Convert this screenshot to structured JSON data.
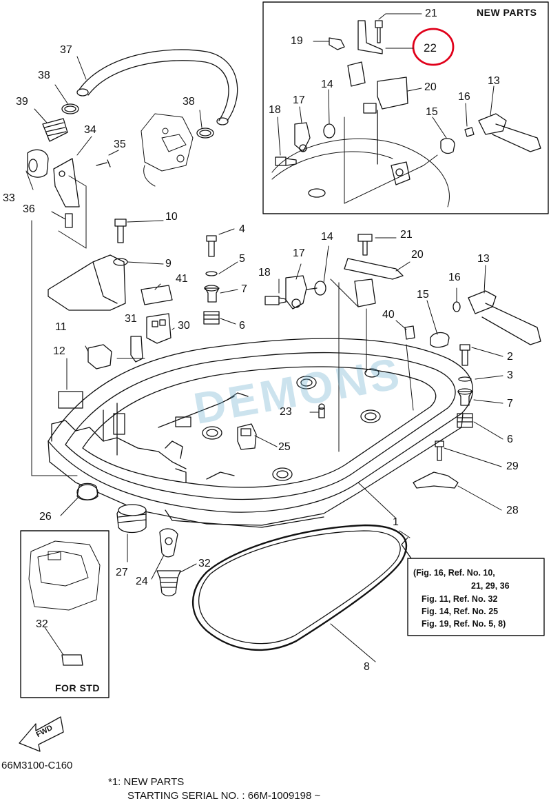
{
  "diagram_code": "66M3100-C160",
  "new_parts_box": {
    "title": "NEW PARTS"
  },
  "std_box": {
    "title": "FOR STD"
  },
  "fwd_label": "FWD",
  "watermark": "DEMONS",
  "highlight_color": "#e0001a",
  "watermark_color": "#6eafcd",
  "note_lines": [
    "(Fig. 16, Ref. No. 10,",
    "21, 29, 36",
    "Fig. 11, Ref. No. 32",
    "Fig. 14, Ref. No. 25",
    "Fig. 19, Ref. No. 5, 8)"
  ],
  "footnote": {
    "line1": "*1: NEW PARTS",
    "line2": "STARTING SERIAL NO. : 66M-1009198 ~"
  },
  "callouts": {
    "n1": "1",
    "n2": "2",
    "n3": "3",
    "n4": "4",
    "n5": "5",
    "n6": "6",
    "n6b": "6",
    "n7": "7",
    "n7b": "7",
    "n8": "8",
    "n9": "9",
    "n10": "10",
    "n11": "11",
    "n12": "12",
    "n13": "13",
    "n13b": "13",
    "n14": "14",
    "n14b": "14",
    "n15": "15",
    "n15b": "15",
    "n16": "16",
    "n16b": "16",
    "n17": "17",
    "n17b": "17",
    "n18": "18",
    "n18b": "18",
    "n19": "19",
    "n20": "20",
    "n20b": "20",
    "n21": "21",
    "n21b": "21",
    "n22": "22",
    "n23": "23",
    "n24": "24",
    "n25": "25",
    "n26": "26",
    "n27": "27",
    "n28": "28",
    "n29": "29",
    "n30": "30",
    "n31": "31",
    "n32": "32",
    "n32b": "32",
    "n33": "33",
    "n34": "34",
    "n35": "35",
    "n36": "36",
    "n37": "37",
    "n38": "38",
    "n38b": "38",
    "n39": "39",
    "n40": "40",
    "n41": "41"
  }
}
